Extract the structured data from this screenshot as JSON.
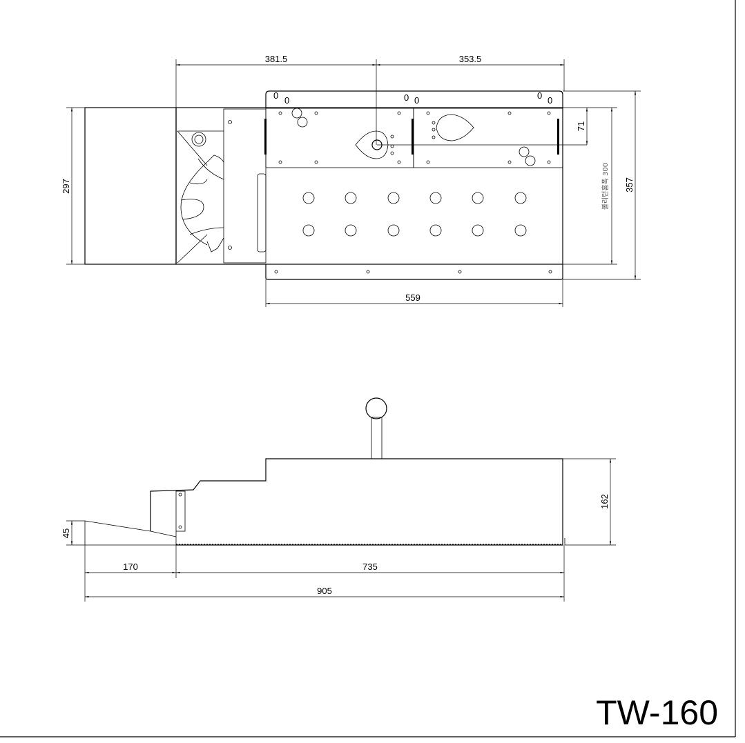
{
  "drawing": {
    "title": "TW-160",
    "top_view": {
      "dim_left_width": "381.5",
      "dim_right_width": "353.5",
      "dim_base_width": "559",
      "dim_height_left": "297",
      "dim_height_total": "357",
      "dim_offset": "71",
      "dim_ball_return_note": "볼리턴홈폭 300"
    },
    "side_view": {
      "dim_ramp_height": "45",
      "dim_body_height": "162",
      "dim_ramp_length": "170",
      "dim_body_length": "735",
      "dim_total_length": "905"
    }
  }
}
